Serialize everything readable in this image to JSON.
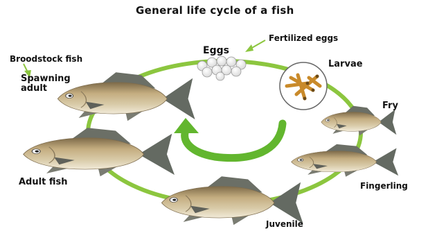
{
  "title": "General life cycle of a fish",
  "stages": {
    "eggs": "Eggs",
    "fertilized_eggs": "Fertilized eggs",
    "larvae": "Larvae",
    "fry": "Fry",
    "fingerling": "Fingerling",
    "juvenile": "Juvenile",
    "adult_fish": "Adult fish",
    "spawning_adult": "Spawning adult",
    "broodstock_fish": "Broodstock fish"
  },
  "colors": {
    "cycle_green": "#8cc63f",
    "arrow_green": "#62b62e",
    "fish_body": "#c9b48a",
    "fish_back": "#8b7551",
    "fish_belly": "#ece4cf",
    "fish_fin": "#6b6f66",
    "larvae": "#c98a2a",
    "egg_fill": "#f4f4f4"
  }
}
